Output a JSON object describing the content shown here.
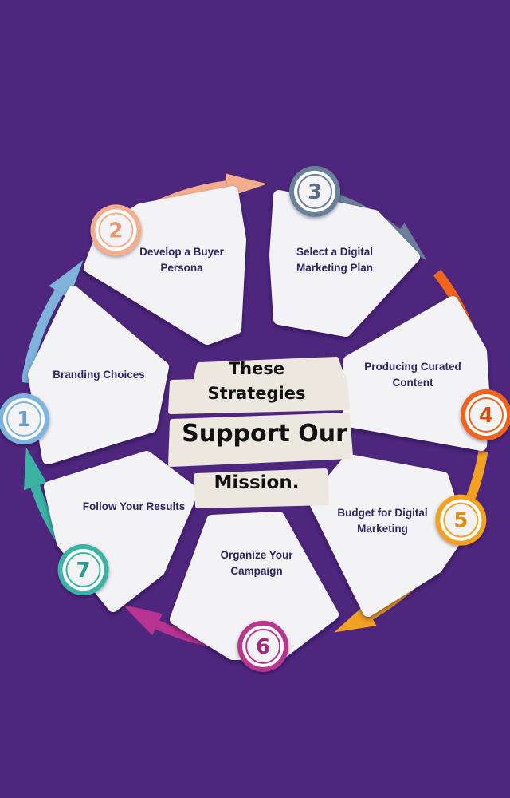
{
  "steps": [
    {
      "number": "1",
      "label": "Branding Choices",
      "color": "#7fb3dc",
      "color_dark": "#6d9fc9"
    },
    {
      "number": "2",
      "label": "Develop a Buyer Persona",
      "color": "#f2ae8d",
      "color_dark": "#e89670"
    },
    {
      "number": "3",
      "label": "Select a Digital Marketing Plan",
      "color": "#6b7f99",
      "color_dark": "#5a6c85"
    },
    {
      "number": "4",
      "label": "Producing Curated Content",
      "color": "#f0641c",
      "color_dark": "#d9500e"
    },
    {
      "number": "5",
      "label": "Budget for Digital Marketing",
      "color": "#f2a120",
      "color_dark": "#de8e10"
    },
    {
      "number": "6",
      "label": "Organize Your Campaign",
      "color": "#b83490",
      "color_dark": "#a2287d"
    },
    {
      "number": "7",
      "label": "Follow Your Results",
      "color": "#3bb2a4",
      "color_dark": "#2a9a8c"
    }
  ],
  "center": {
    "line1": "These",
    "line2": "Strategies",
    "line3": "Support Our",
    "line4": "Mission."
  },
  "colors": {
    "background": "#4e267d",
    "card": "#f3f3f6",
    "label_text": "#2e2660",
    "brush": "#ece7df"
  }
}
